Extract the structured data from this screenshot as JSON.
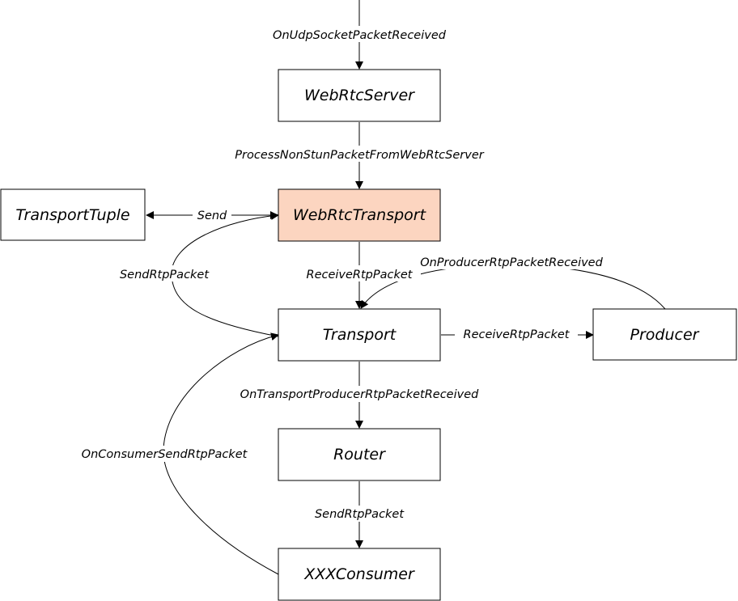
{
  "diagram": {
    "nodes": {
      "webrtc_server": "WebRtcServer",
      "webrtc_transport": "WebRtcTransport",
      "transport_tuple": "TransportTuple",
      "transport": "Transport",
      "producer": "Producer",
      "router": "Router",
      "xxx_consumer": "XXXConsumer"
    },
    "highlight_color": "#fcd5c0",
    "edges": {
      "on_udp_socket_packet_received": "OnUdpSocketPacketReceived",
      "process_non_stun_packet": "ProcessNonStunPacketFromWebRtcServer",
      "send": "Send",
      "send_rtp_packet_to_webrtc": "SendRtpPacket",
      "receive_rtp_packet_down": "ReceiveRtpPacket",
      "on_producer_rtp_packet_received": "OnProducerRtpPacketReceived",
      "receive_rtp_packet_right": "ReceiveRtpPacket",
      "on_transport_producer_rtp_packet_received": "OnTransportProducerRtpPacketReceived",
      "send_rtp_packet_down": "SendRtpPacket",
      "on_consumer_send_rtp_packet": "OnConsumerSendRtpPacket"
    }
  }
}
